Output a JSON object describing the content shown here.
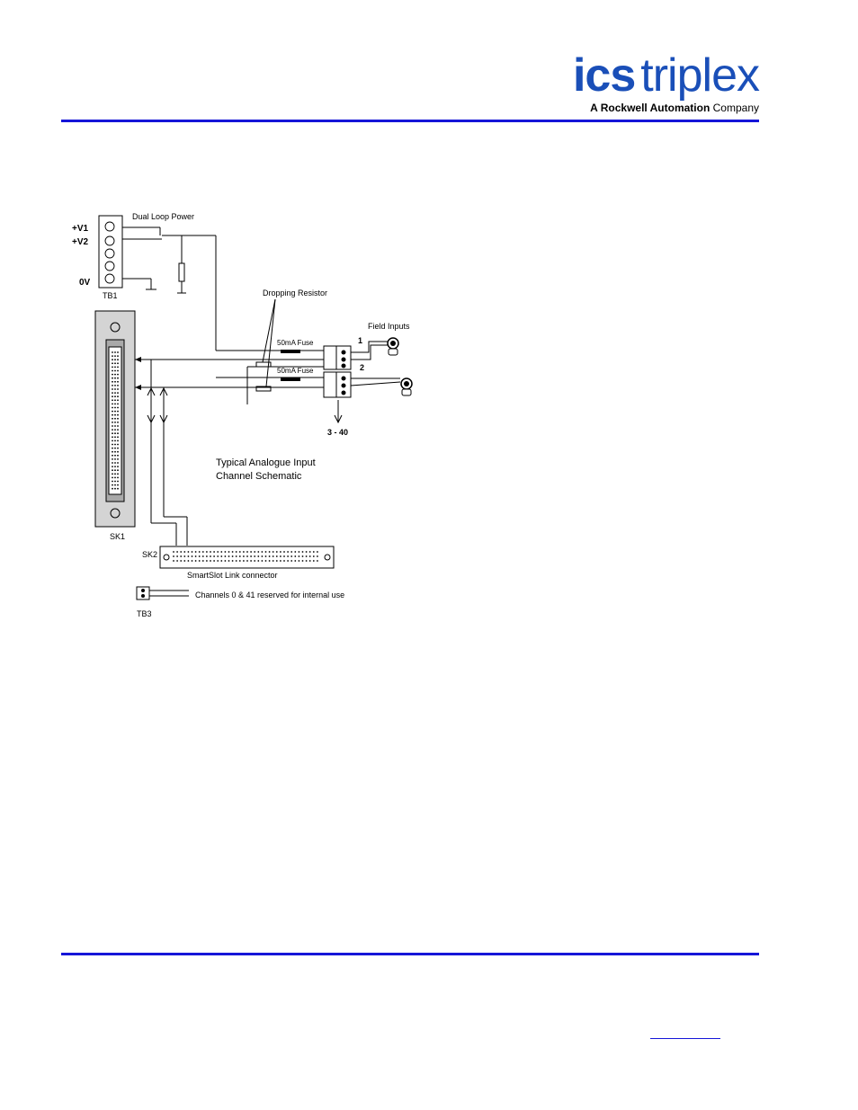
{
  "header": {
    "logo_bold": "ics",
    "logo_light": "triplex",
    "tagline_lead": "A Rockwell Automation",
    "tagline_tail": "Company",
    "rule_color": "#1515d8"
  },
  "diagram": {
    "tb1_label": "TB1",
    "v1_label": "+V1",
    "v2_label": "+V2",
    "zero_v_label": "0V",
    "dual_loop_label": "Dual Loop Power",
    "dropping_resistor_label": "Dropping Resistor",
    "field_inputs_label": "Field Inputs",
    "fuse_label_1": "50mA Fuse",
    "fuse_label_2": "50mA Fuse",
    "channel_1_label": "1",
    "channel_2_label": "2",
    "channel_range_label": "3 - 40",
    "caption_line_1": "Typical Analogue Input",
    "caption_line_2": "Channel Schematic",
    "sk1_label": "SK1",
    "sk2_label": "SK2",
    "smartslot_label": "SmartSlot Link connector",
    "tb3_label": "TB3",
    "reserved_label": "Channels 0 & 41 reserved for internal use"
  },
  "colors": {
    "accent": "#1515d8",
    "logo": "#1a4fb8",
    "panel": "#d4d4d4"
  }
}
